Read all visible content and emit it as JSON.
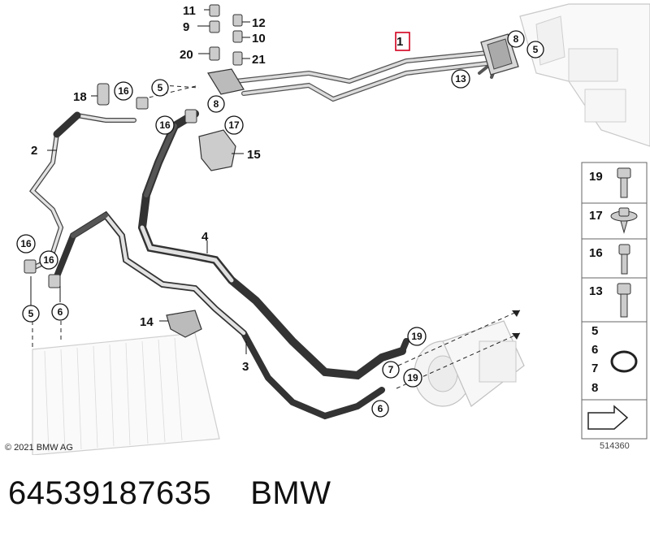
{
  "diagram": {
    "copyright": "© 2021 BMW AG",
    "diagram_id": "514360",
    "highlighted_part": "1",
    "labels": {
      "p1": "1",
      "p2": "2",
      "p3": "3",
      "p4": "4",
      "p9": "9",
      "p10": "10",
      "p11": "11",
      "p12": "12",
      "p14": "14",
      "p15": "15",
      "p18": "18",
      "p20": "20",
      "p21": "21"
    },
    "callouts": {
      "c5a": "5",
      "c5b": "5",
      "c5c": "5",
      "c6a": "6",
      "c6b": "6",
      "c7": "7",
      "c8a": "8",
      "c8b": "8",
      "c13": "13",
      "c16a": "16",
      "c16b": "16",
      "c16c": "16",
      "c16d": "16",
      "c17": "17",
      "c19a": "19",
      "c19b": "19"
    },
    "kit_panel": {
      "items": [
        "19",
        "17",
        "16",
        "13"
      ],
      "seal_numbers": [
        "5",
        "6",
        "7",
        "8"
      ]
    }
  },
  "caption": {
    "part_number": "64539187635",
    "brand": "BMW"
  }
}
